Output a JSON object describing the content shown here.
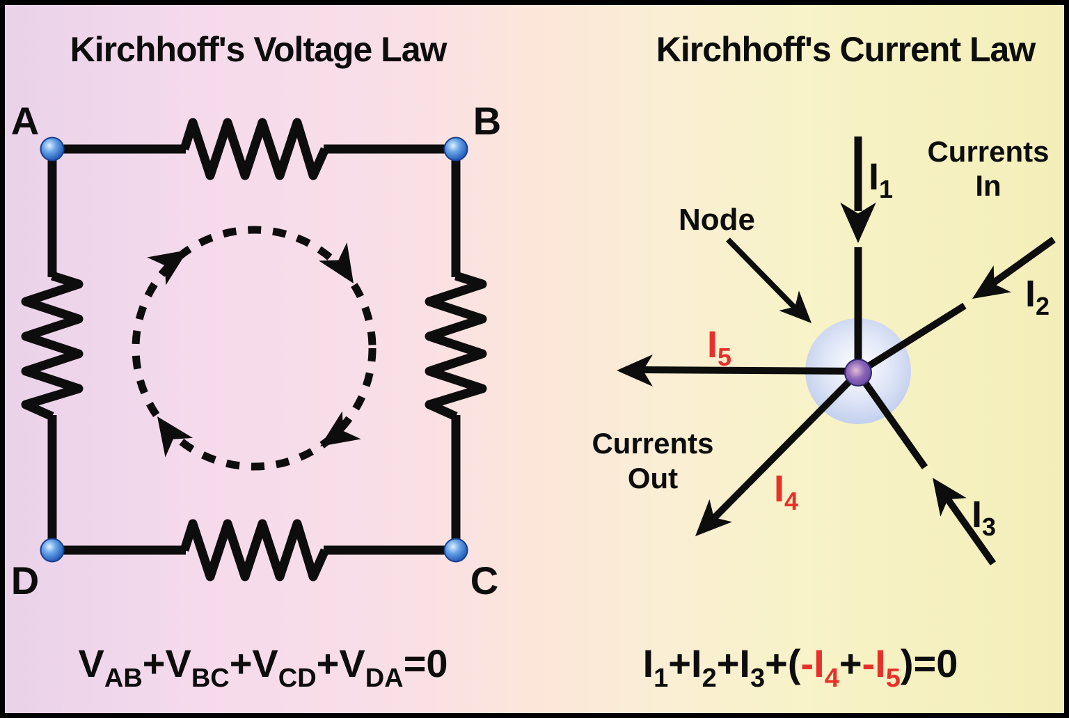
{
  "colors": {
    "highlight_red": "#e8302a",
    "wire_black": "#0d0d0d",
    "node_blue": "#2a64c0",
    "junction_purple": "#5b4397",
    "halo_blue": "#aabbe5",
    "bg_left_pink": "#e9d2e9",
    "bg_right_yellow": "#f3eeb8"
  },
  "kvl": {
    "title": "Kirchhoff's Voltage Law",
    "nodes": [
      "A",
      "B",
      "C",
      "D"
    ],
    "equation": [
      "V",
      "AB",
      "+V",
      "BC",
      "+V",
      "CD",
      "+V",
      "DA",
      "=0"
    ]
  },
  "kcl": {
    "title": "Kirchhoff's Current Law",
    "node_label": "Node",
    "currents_in": [
      "Currents",
      "In"
    ],
    "currents_out": [
      "Currents",
      "Out"
    ],
    "currents": [
      {
        "base": "I",
        "sub": "1",
        "direction": "in"
      },
      {
        "base": "I",
        "sub": "2",
        "direction": "in"
      },
      {
        "base": "I",
        "sub": "3",
        "direction": "in"
      },
      {
        "base": "I",
        "sub": "4",
        "direction": "out"
      },
      {
        "base": "I",
        "sub": "5",
        "direction": "out"
      }
    ],
    "equation": [
      {
        "t": "I"
      },
      {
        "t": "1"
      },
      {
        "t": "+I"
      },
      {
        "t": "2"
      },
      {
        "t": "+I"
      },
      {
        "t": "3"
      },
      {
        "t": "+("
      },
      {
        "t": "-I",
        "red": true
      },
      {
        "t": "4",
        "red": true
      },
      {
        "t": "+"
      },
      {
        "t": "-I",
        "red": true
      },
      {
        "t": "5",
        "red": true
      },
      {
        "t": ")=0"
      }
    ]
  }
}
